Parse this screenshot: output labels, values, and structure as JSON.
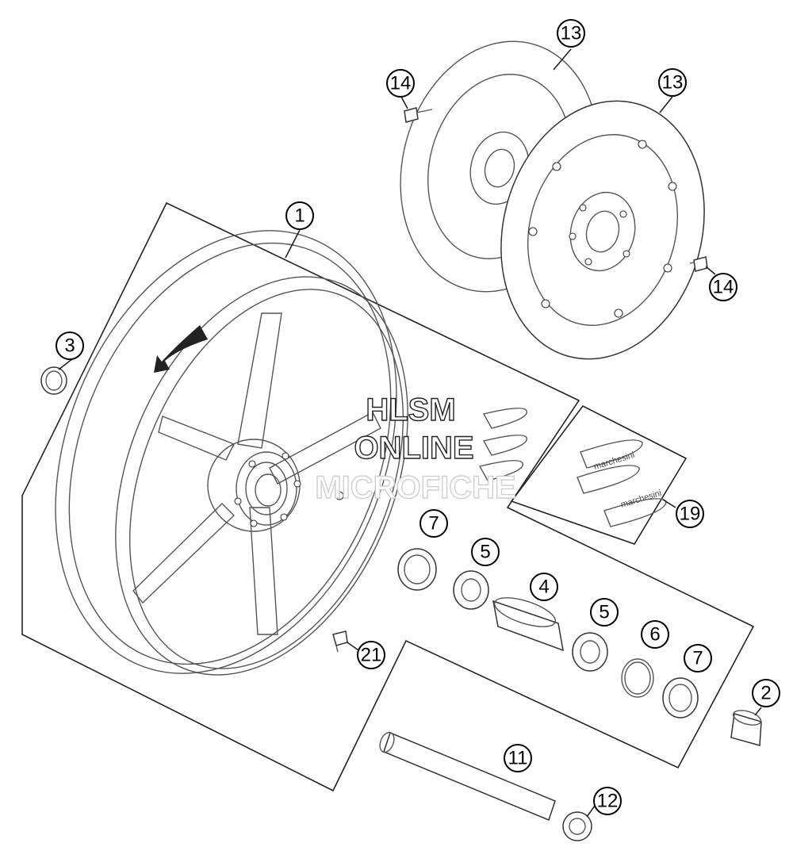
{
  "watermark": {
    "line1": "HLSM",
    "line2": "ONLINE",
    "line3": "MICROFICHE"
  },
  "decal_brand": "marchesini",
  "callouts": [
    {
      "id": "c1",
      "label": "1"
    },
    {
      "id": "c2",
      "label": "2"
    },
    {
      "id": "c3",
      "label": "3"
    },
    {
      "id": "c4",
      "label": "4"
    },
    {
      "id": "c5a",
      "label": "5"
    },
    {
      "id": "c5b",
      "label": "5"
    },
    {
      "id": "c6",
      "label": "6"
    },
    {
      "id": "c7a",
      "label": "7"
    },
    {
      "id": "c7b",
      "label": "7"
    },
    {
      "id": "c11",
      "label": "11"
    },
    {
      "id": "c12",
      "label": "12"
    },
    {
      "id": "c13a",
      "label": "13"
    },
    {
      "id": "c13b",
      "label": "13"
    },
    {
      "id": "c14a",
      "label": "14"
    },
    {
      "id": "c14b",
      "label": "14"
    },
    {
      "id": "c19",
      "label": "19"
    },
    {
      "id": "c21",
      "label": "21"
    }
  ]
}
